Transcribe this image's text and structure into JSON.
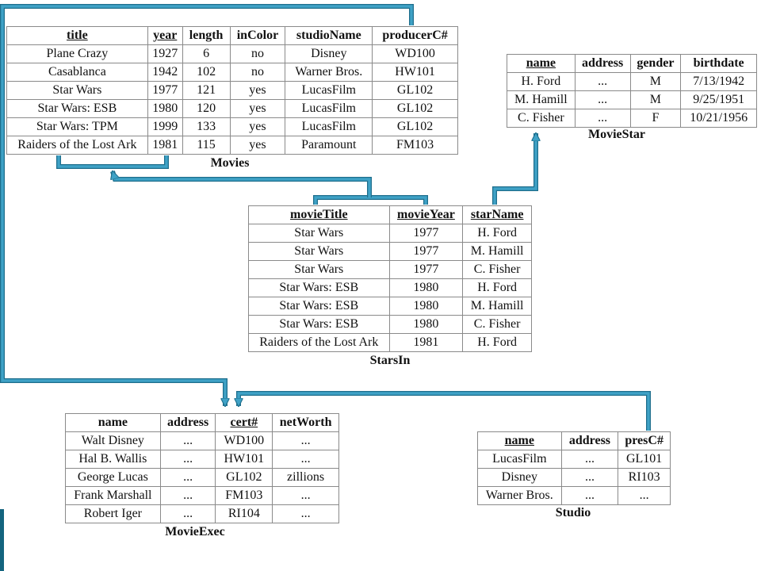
{
  "colors": {
    "arrow": "#3fa2c6",
    "arrow_edge": "#1f6e8c",
    "border": "#8a8a8a",
    "accent": "#13647e"
  },
  "tables": {
    "movies": {
      "caption": "Movies",
      "headers": [
        "title",
        "year",
        "length",
        "inColor",
        "studioName",
        "producerC#"
      ],
      "keys": [
        true,
        true,
        false,
        false,
        false,
        false
      ],
      "rows": [
        [
          "Plane Crazy",
          "1927",
          "6",
          "no",
          "Disney",
          "WD100"
        ],
        [
          "Casablanca",
          "1942",
          "102",
          "no",
          "Warner Bros.",
          "HW101"
        ],
        [
          "Star Wars",
          "1977",
          "121",
          "yes",
          "LucasFilm",
          "GL102"
        ],
        [
          "Star Wars: ESB",
          "1980",
          "120",
          "yes",
          "LucasFilm",
          "GL102"
        ],
        [
          "Star Wars: TPM",
          "1999",
          "133",
          "yes",
          "LucasFilm",
          "GL102"
        ],
        [
          "Raiders of the Lost Ark",
          "1981",
          "115",
          "yes",
          "Paramount",
          "FM103"
        ]
      ]
    },
    "moviestar": {
      "caption": "MovieStar",
      "headers": [
        "name",
        "address",
        "gender",
        "birthdate"
      ],
      "keys": [
        true,
        false,
        false,
        false
      ],
      "rows": [
        [
          "H. Ford",
          "...",
          "M",
          "7/13/1942"
        ],
        [
          "M. Hamill",
          "...",
          "M",
          "9/25/1951"
        ],
        [
          "C. Fisher",
          "...",
          "F",
          "10/21/1956"
        ]
      ]
    },
    "starsin": {
      "caption": "StarsIn",
      "headers": [
        "movieTitle",
        "movieYear",
        "starName"
      ],
      "keys": [
        true,
        true,
        true
      ],
      "rows": [
        [
          "Star Wars",
          "1977",
          "H. Ford"
        ],
        [
          "Star Wars",
          "1977",
          "M. Hamill"
        ],
        [
          "Star Wars",
          "1977",
          "C. Fisher"
        ],
        [
          "Star Wars: ESB",
          "1980",
          "H. Ford"
        ],
        [
          "Star Wars: ESB",
          "1980",
          "M. Hamill"
        ],
        [
          "Star Wars: ESB",
          "1980",
          "C. Fisher"
        ],
        [
          "Raiders of the Lost Ark",
          "1981",
          "H. Ford"
        ]
      ]
    },
    "movieexec": {
      "caption": "MovieExec",
      "headers": [
        "name",
        "address",
        "cert#",
        "netWorth"
      ],
      "keys": [
        false,
        false,
        true,
        false
      ],
      "rows": [
        [
          "Walt Disney",
          "...",
          "WD100",
          "..."
        ],
        [
          "Hal B. Wallis",
          "...",
          "HW101",
          "..."
        ],
        [
          "George Lucas",
          "...",
          "GL102",
          "zillions"
        ],
        [
          "Frank Marshall",
          "...",
          "FM103",
          "..."
        ],
        [
          "Robert Iger",
          "...",
          "RI104",
          "..."
        ]
      ]
    },
    "studio": {
      "caption": "Studio",
      "headers": [
        "name",
        "address",
        "presC#"
      ],
      "keys": [
        true,
        false,
        false
      ],
      "rows": [
        [
          "LucasFilm",
          "...",
          "GL101"
        ],
        [
          "Disney",
          "...",
          "RI103"
        ],
        [
          "Warner Bros.",
          "...",
          "..."
        ]
      ]
    }
  },
  "references": [
    {
      "from": "movies.producerC#",
      "to": "movieexec.cert#"
    },
    {
      "from": "starsin.movieTitle+movieYear",
      "to": "movies.title+year"
    },
    {
      "from": "starsin.starName",
      "to": "moviestar.name"
    },
    {
      "from": "studio.presC#",
      "to": "movieexec.cert#"
    }
  ]
}
